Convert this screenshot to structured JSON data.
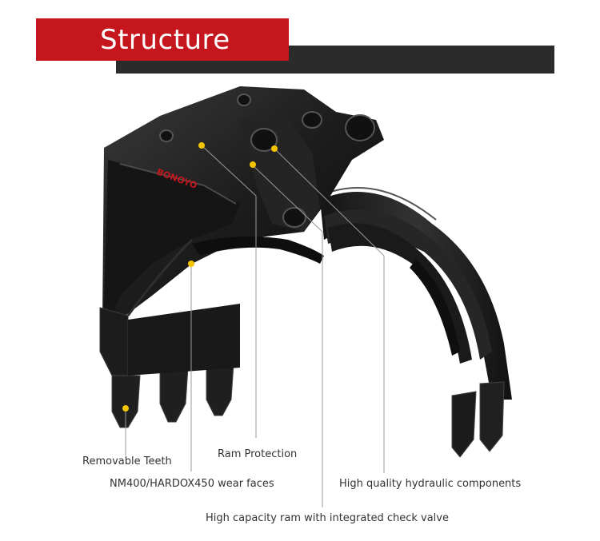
{
  "header": {
    "title": "Structure",
    "accent_color": "#c4161c",
    "bar_color": "#2b2b2b"
  },
  "product": {
    "brand": "BONOYO",
    "marker_color": "#f5c400"
  },
  "callouts": [
    {
      "label": "Removable Teeth"
    },
    {
      "label": "Ram Protection"
    },
    {
      "label": "NM400/HARDOX450 wear faces"
    },
    {
      "label": "High quality hydraulic components"
    },
    {
      "label": "High capacity ram with integrated check valve"
    }
  ]
}
